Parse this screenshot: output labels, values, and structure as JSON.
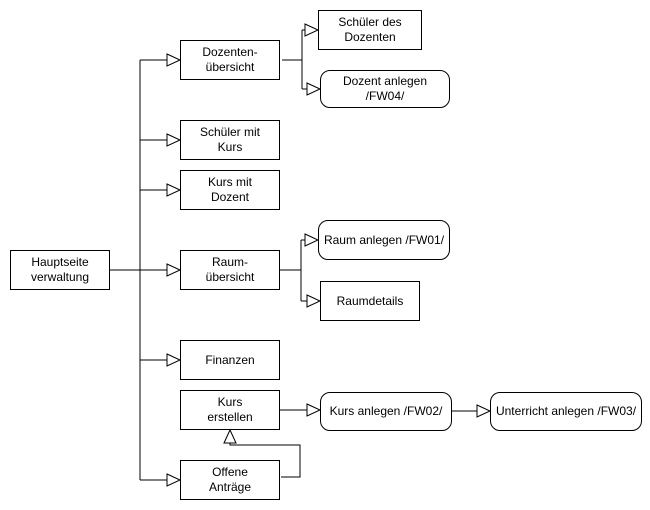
{
  "diagram": {
    "type": "flow-sitemap",
    "colors": {
      "stroke": "#000000",
      "node_fill": "#ffffff",
      "text": "#000000",
      "background": "#ffffff"
    },
    "nodes": {
      "hauptseite": {
        "label": "Hauptseite\nverwaltung",
        "shape": "rect"
      },
      "dozentenuebersicht": {
        "label": "Dozenten-\nübersicht",
        "shape": "rect"
      },
      "schueler_mit_kurs": {
        "label": "Schüler mit\nKurs",
        "shape": "rect"
      },
      "kurs_mit_dozent": {
        "label": "Kurs mit\nDozent",
        "shape": "rect"
      },
      "raumuebersicht": {
        "label": "Raum-\nübersicht",
        "shape": "rect"
      },
      "finanzen": {
        "label": "Finanzen",
        "shape": "rect"
      },
      "kurs_erstellen": {
        "label": "Kurs\nerstellen",
        "shape": "rect"
      },
      "offene_antraege": {
        "label": "Offene\nAnträge",
        "shape": "rect"
      },
      "schueler_des_dozenten": {
        "label": "Schüler des\nDozenten",
        "shape": "rect"
      },
      "dozent_anlegen": {
        "label": "Dozent anlegen /FW04/",
        "shape": "rounded"
      },
      "raum_anlegen": {
        "label": "Raum anlegen /FW01/",
        "shape": "rounded"
      },
      "raumdetails": {
        "label": "Raumdetails",
        "shape": "rect"
      },
      "kurs_anlegen": {
        "label": "Kurs anlegen /FW02/",
        "shape": "rounded"
      },
      "unterricht_anlegen": {
        "label": "Unterricht anlegen /FW03/",
        "shape": "rounded"
      }
    },
    "edges": [
      {
        "from": "hauptseite",
        "to": "dozentenuebersicht",
        "arrow": "open-triangle"
      },
      {
        "from": "hauptseite",
        "to": "schueler_mit_kurs",
        "arrow": "open-triangle"
      },
      {
        "from": "hauptseite",
        "to": "kurs_mit_dozent",
        "arrow": "open-triangle"
      },
      {
        "from": "hauptseite",
        "to": "raumuebersicht",
        "arrow": "open-triangle"
      },
      {
        "from": "hauptseite",
        "to": "finanzen",
        "arrow": "open-triangle"
      },
      {
        "from": "hauptseite",
        "to": "offene_antraege",
        "arrow": "open-triangle"
      },
      {
        "from": "dozentenuebersicht",
        "to": "schueler_des_dozenten",
        "arrow": "open-triangle"
      },
      {
        "from": "dozentenuebersicht",
        "to": "dozent_anlegen",
        "arrow": "open-triangle"
      },
      {
        "from": "raumuebersicht",
        "to": "raum_anlegen",
        "arrow": "open-triangle"
      },
      {
        "from": "raumuebersicht",
        "to": "raumdetails",
        "arrow": "open-triangle"
      },
      {
        "from": "offene_antraege",
        "to": "kurs_erstellen",
        "arrow": "open-triangle"
      },
      {
        "from": "kurs_erstellen",
        "to": "kurs_anlegen",
        "arrow": "open-triangle"
      },
      {
        "from": "kurs_anlegen",
        "to": "unterricht_anlegen",
        "arrow": "open-triangle"
      }
    ]
  }
}
